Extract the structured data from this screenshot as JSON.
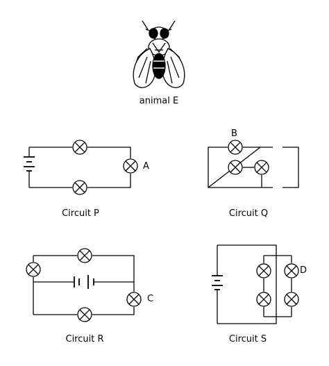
{
  "animal": {
    "label": "animal E"
  },
  "circuits": [
    {
      "name": "Circuit P",
      "bulb_label": "A"
    },
    {
      "name": "Circuit Q",
      "bulb_label": "B"
    },
    {
      "name": "Circuit R",
      "bulb_label": "C"
    },
    {
      "name": "Circuit S",
      "bulb_label": "D"
    }
  ]
}
